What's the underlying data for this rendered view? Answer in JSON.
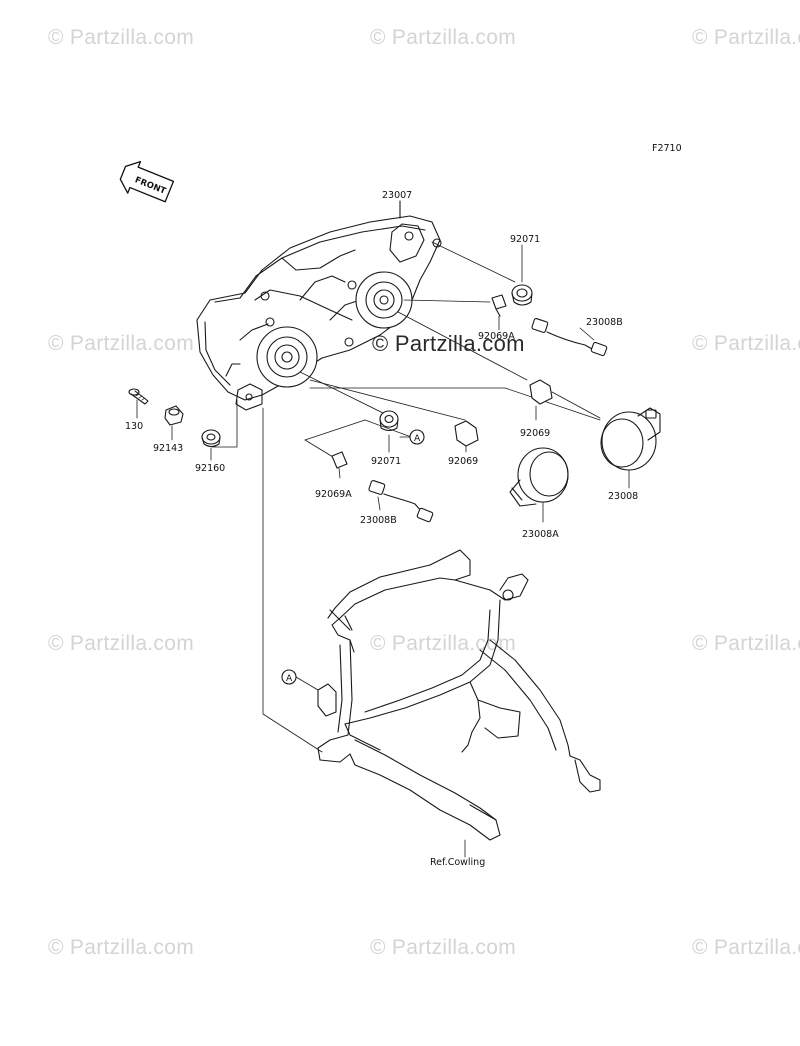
{
  "figure_code": "F2710",
  "front_arrow_text": "FRONT",
  "watermark_text": "© Partzilla.com",
  "ref_marker": "A",
  "parts": {
    "headlight_assembly": "23007",
    "grommet_upper": "92071",
    "bulb_small_upper": "92069A",
    "socket_upper": "23008B",
    "bulb_right": "92069",
    "cap_right": "23008",
    "bolt": "130",
    "collar": "92143",
    "damper": "92160",
    "grommet_lower": "92071",
    "bulb_left": "92069",
    "bulb_small_lower": "92069A",
    "socket_lower": "23008B",
    "cap_left": "23008A",
    "ref_cowling": "Ref.Cowling"
  }
}
